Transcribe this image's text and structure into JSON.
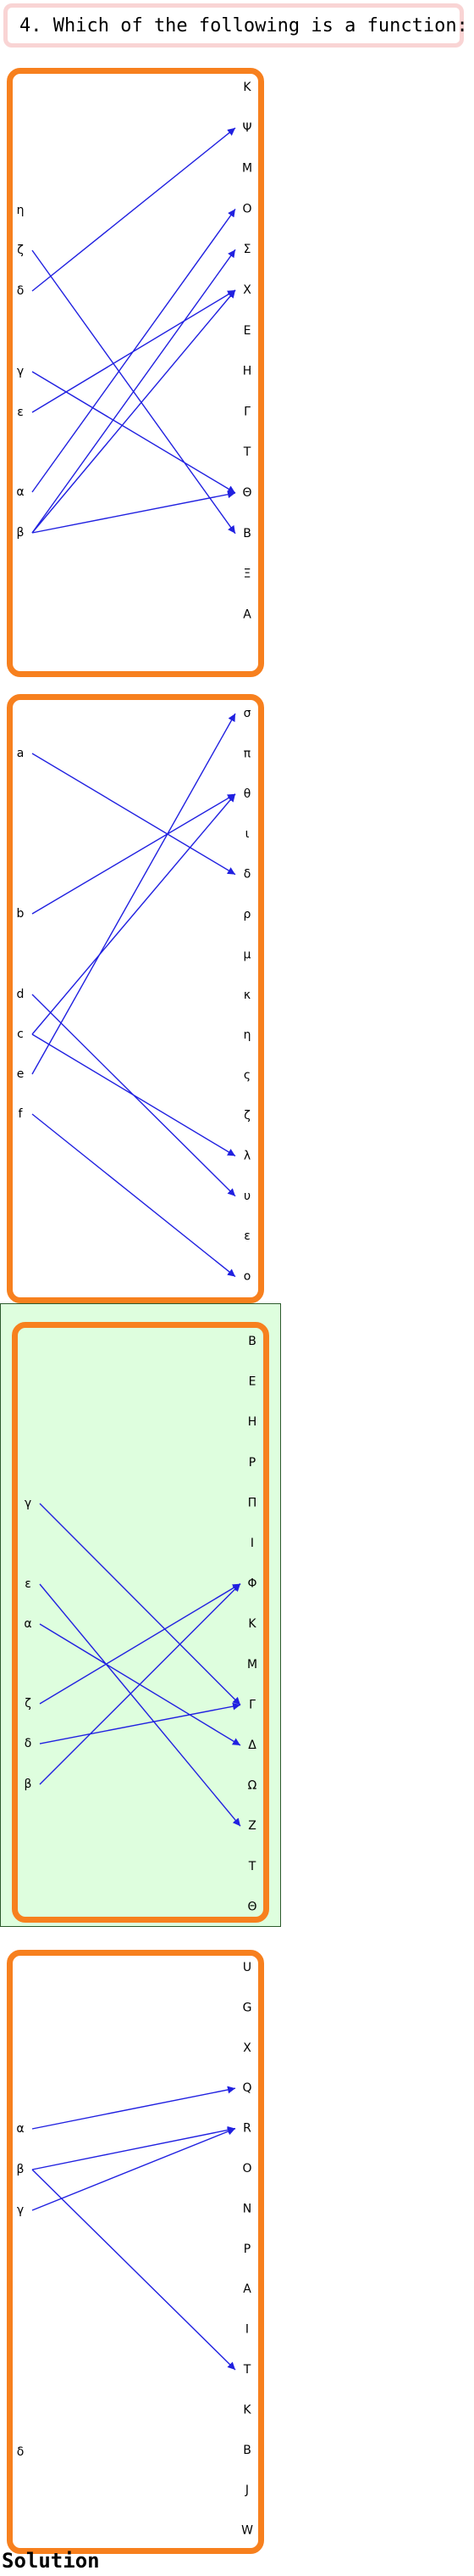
{
  "question": {
    "text": "4. Which of the following is a function:"
  },
  "panels": [
    {
      "highlighted": false,
      "domain": [
        "η",
        "ζ",
        "δ",
        "γ",
        "ε",
        "α",
        "β"
      ],
      "codomain": [
        "K",
        "Ψ",
        "M",
        "O",
        "Σ",
        "X",
        "E",
        "H",
        "Γ",
        "T",
        "Θ",
        "B",
        "Ξ",
        "A"
      ],
      "arrows": [
        [
          1,
          11
        ],
        [
          2,
          1
        ],
        [
          3,
          10
        ],
        [
          4,
          5
        ],
        [
          5,
          3
        ],
        [
          6,
          4
        ],
        [
          6,
          5
        ],
        [
          6,
          10
        ]
      ]
    },
    {
      "highlighted": false,
      "domain": [
        "a",
        "b",
        "d",
        "c",
        "e",
        "f"
      ],
      "codomain": [
        "σ",
        "π",
        "θ",
        "ι",
        "δ",
        "ρ",
        "μ",
        "κ",
        "η",
        "ς",
        "ζ",
        "λ",
        "υ",
        "ε",
        "ο"
      ],
      "arrows": [
        [
          0,
          4
        ],
        [
          1,
          2
        ],
        [
          2,
          12
        ],
        [
          3,
          2
        ],
        [
          3,
          11
        ],
        [
          4,
          0
        ],
        [
          5,
          14
        ]
      ]
    },
    {
      "highlighted": true,
      "domain": [
        "γ",
        "ε",
        "α",
        "ζ",
        "δ",
        "β"
      ],
      "codomain": [
        "B",
        "E",
        "H",
        "P",
        "Π",
        "I",
        "Φ",
        "K",
        "M",
        "Γ",
        "Δ",
        "Ω",
        "Z",
        "T",
        "Θ"
      ],
      "arrows": [
        [
          0,
          9
        ],
        [
          1,
          12
        ],
        [
          2,
          10
        ],
        [
          3,
          6
        ],
        [
          4,
          9
        ],
        [
          5,
          6
        ]
      ]
    },
    {
      "highlighted": false,
      "domain": [
        "α",
        "β",
        "γ",
        "δ"
      ],
      "codomain": [
        "U",
        "G",
        "X",
        "Q",
        "R",
        "O",
        "N",
        "P",
        "A",
        "I",
        "T",
        "K",
        "B",
        "J",
        "W"
      ],
      "arrows": [
        [
          0,
          3
        ],
        [
          1,
          4
        ],
        [
          1,
          10
        ],
        [
          2,
          4
        ]
      ]
    }
  ],
  "solution": {
    "label": "Solution"
  },
  "colors": {
    "frame": "#f7801e",
    "arrow": "#2020e0",
    "highlight": "#defede"
  }
}
